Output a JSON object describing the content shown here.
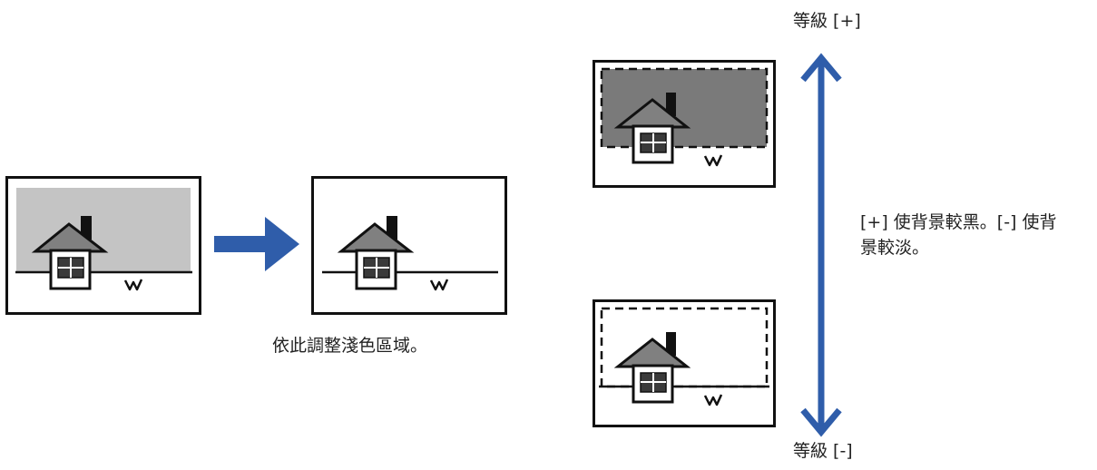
{
  "colors": {
    "arrow": "#2F5DAA",
    "sky_light": "#C4C4C4",
    "sky_dark": "#7A7A7A",
    "roof": "#808080",
    "window": "#3A3A3A",
    "outline": "#111111"
  },
  "icons": {
    "house": "house-icon",
    "grass": "grass-icon",
    "right_arrow": "right-arrow-icon",
    "vertical_arrow": "double-headed-vertical-arrow-icon"
  },
  "captions": {
    "adjust_light": "依此調整淺色區域。",
    "level_plus": "等級 [+]",
    "level_minus": "等級 [-]",
    "explain_line1": "[+] 使背景較黑。[-] 使背",
    "explain_line2": "景較淡。"
  }
}
